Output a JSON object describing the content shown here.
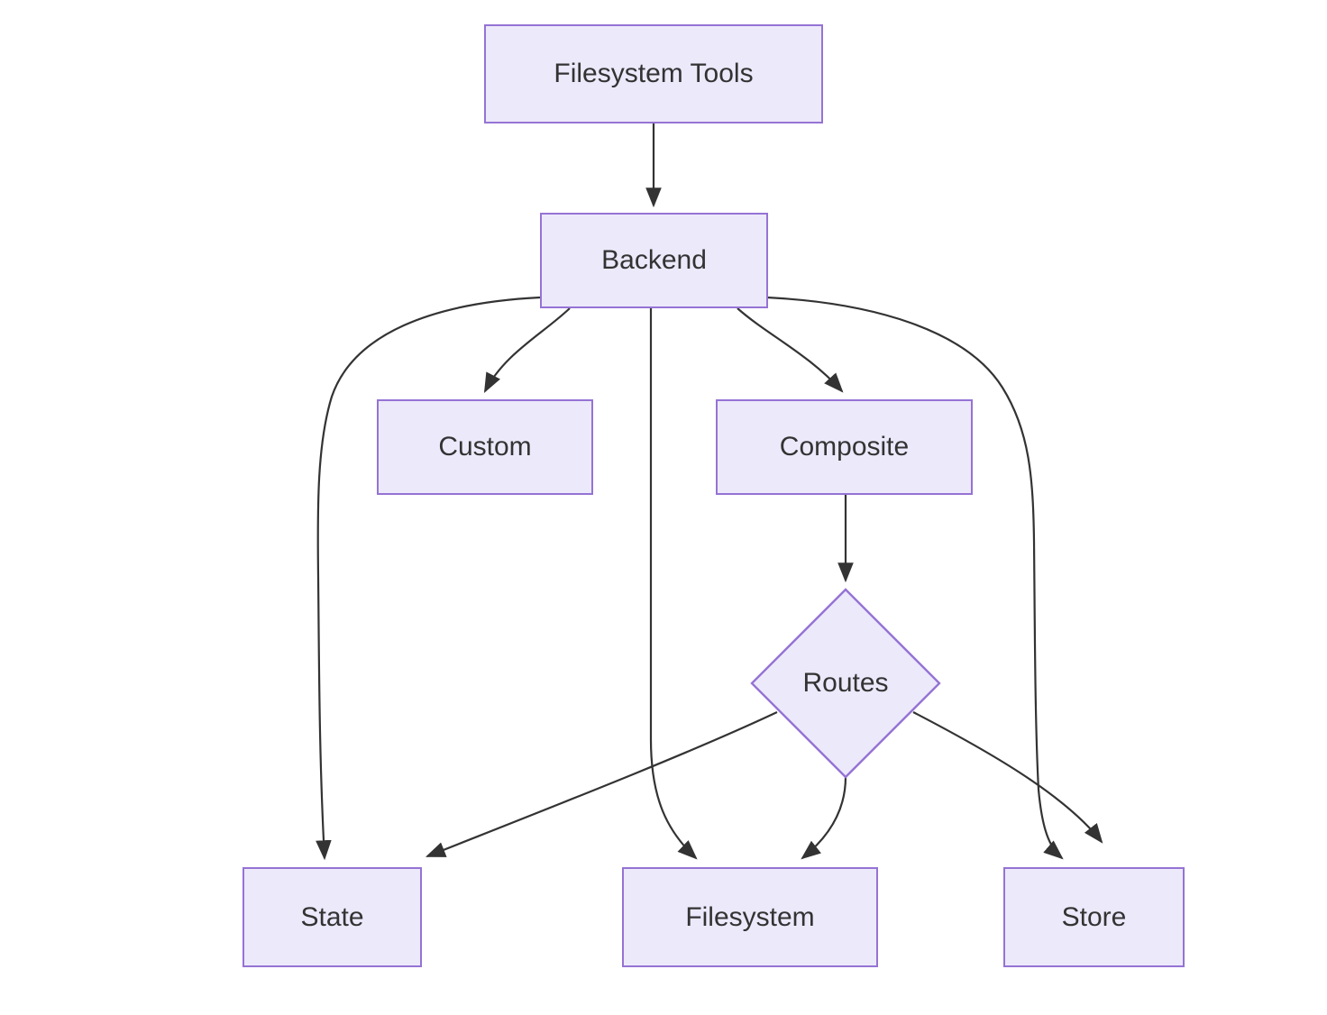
{
  "diagram": {
    "title": "Filesystem Tools",
    "type": "flowchart",
    "direction": "top-down",
    "background_color": "#ffffff",
    "node_fill_color": "#ece9fb",
    "node_border_color": "#9573d4",
    "node_text_color": "#333333",
    "edge_color": "#333333",
    "nodes": [
      {
        "id": "filesystem_tools",
        "label": "Filesystem Tools",
        "shape": "rect"
      },
      {
        "id": "backend",
        "label": "Backend",
        "shape": "rect"
      },
      {
        "id": "custom",
        "label": "Custom",
        "shape": "rect"
      },
      {
        "id": "composite",
        "label": "Composite",
        "shape": "rect"
      },
      {
        "id": "routes",
        "label": "Routes",
        "shape": "diamond"
      },
      {
        "id": "state",
        "label": "State",
        "shape": "rect"
      },
      {
        "id": "filesystem",
        "label": "Filesystem",
        "shape": "rect"
      },
      {
        "id": "store",
        "label": "Store",
        "shape": "rect"
      }
    ],
    "edges": [
      {
        "from": "filesystem_tools",
        "to": "backend"
      },
      {
        "from": "backend",
        "to": "state"
      },
      {
        "from": "backend",
        "to": "custom"
      },
      {
        "from": "backend",
        "to": "filesystem"
      },
      {
        "from": "backend",
        "to": "composite"
      },
      {
        "from": "backend",
        "to": "store"
      },
      {
        "from": "composite",
        "to": "routes"
      },
      {
        "from": "routes",
        "to": "state"
      },
      {
        "from": "routes",
        "to": "filesystem"
      },
      {
        "from": "routes",
        "to": "store"
      }
    ]
  }
}
